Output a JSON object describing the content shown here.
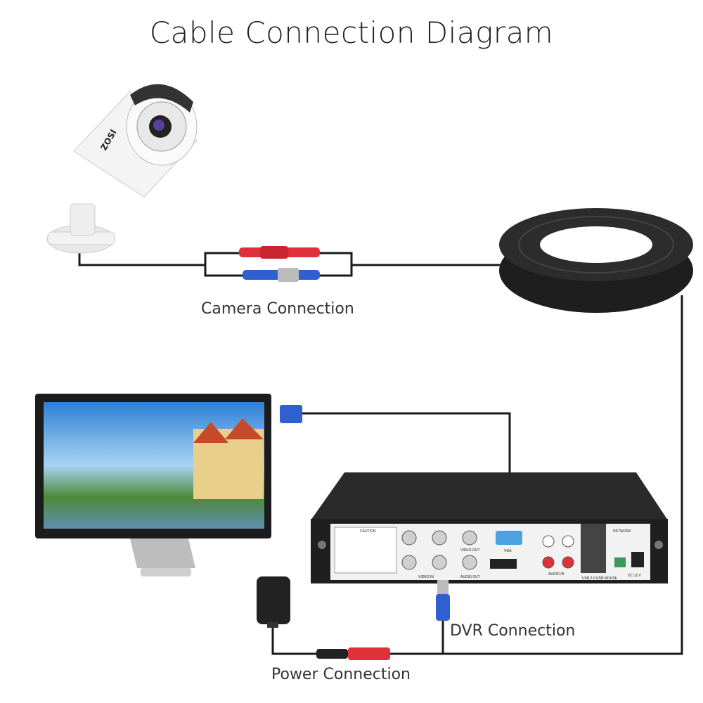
{
  "title": "Cable Connection Diagram",
  "labels": {
    "camera": "Camera Connection",
    "dvr": "DVR Connection",
    "power": "Power Connection"
  },
  "camera_brand": "ZOSI",
  "dvr_panel": {
    "caution": "CAUTION",
    "video_in": "VIDEO IN",
    "video_out": "VIDEO OUT",
    "audio_out": "AUDIO OUT",
    "vga": "VGA",
    "audio_in": "AUDIO IN",
    "network": "NETWORK",
    "usb": "USB 2.0 USB MOUSE",
    "dc": "DC 12 V"
  },
  "colors": {
    "wire": "#1a1a1a",
    "red": "#e0303a",
    "blue": "#2f5fd0",
    "dvr_body": "#2a2a2a"
  }
}
